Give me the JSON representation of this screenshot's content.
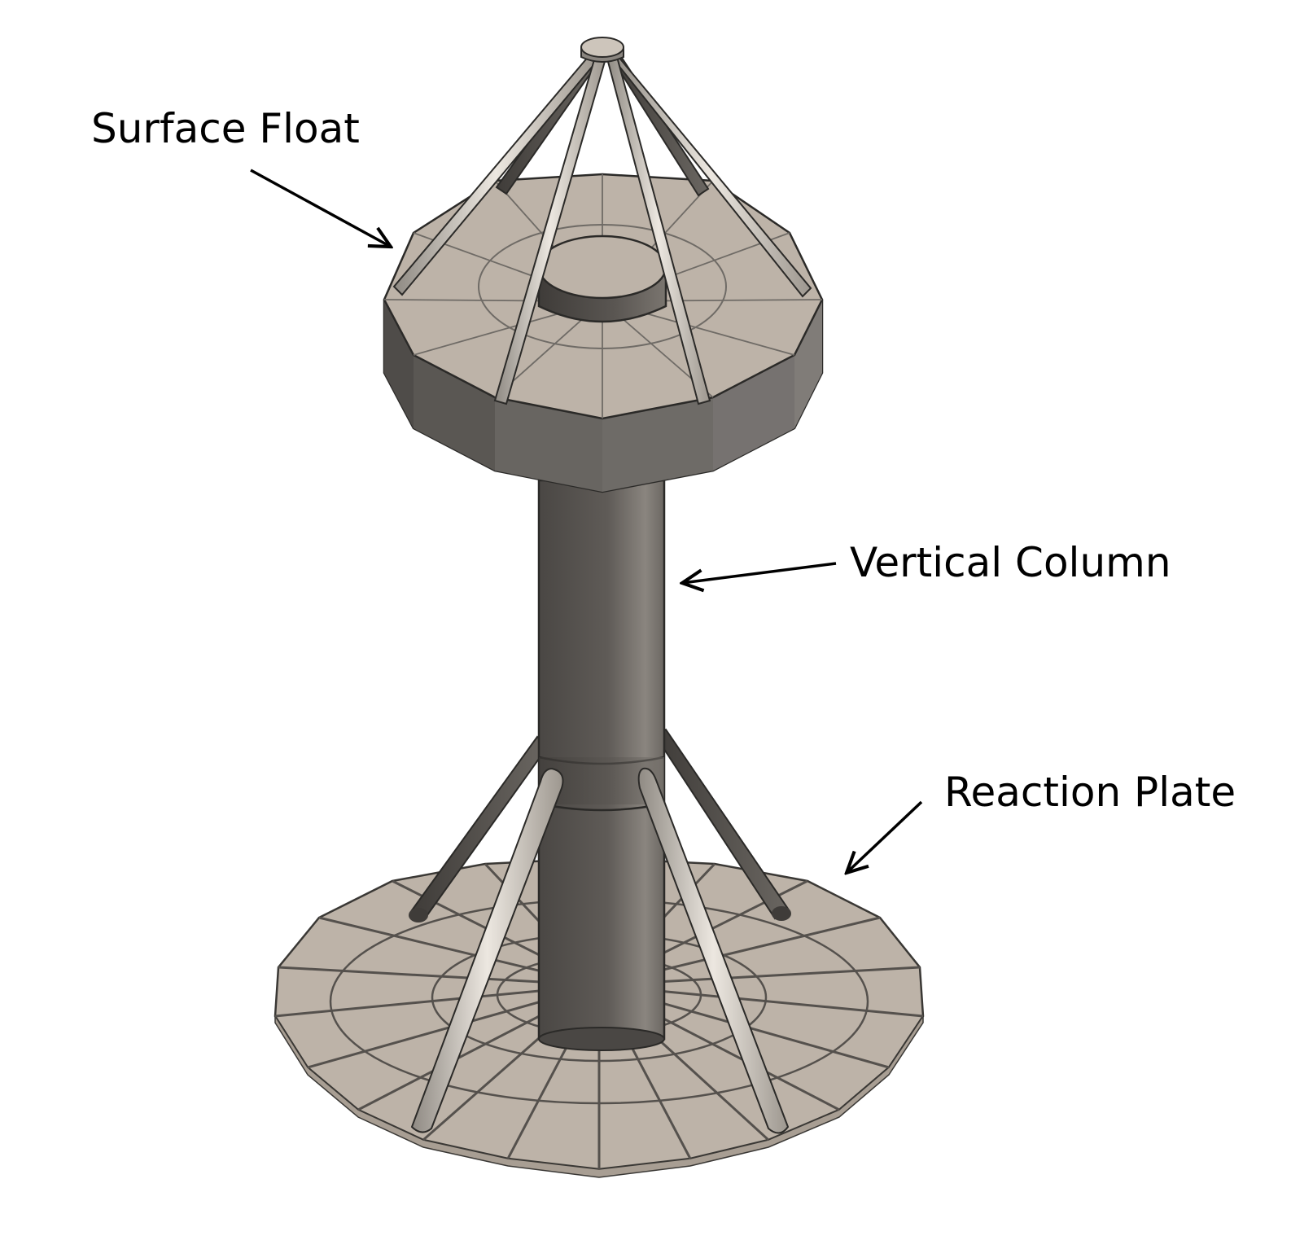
{
  "labels": {
    "surface_float": "Surface Float",
    "vertical_column": "Vertical Column",
    "reaction_plate": "Reaction Plate"
  },
  "colors": {
    "background": "#ffffff",
    "plate_top": "#bdb3a8",
    "plate_edge": "#6f6b66",
    "float_side_dark": "#4f4c49",
    "float_side_mid": "#6e6b67",
    "column_dark": "#4a4744",
    "column_light": "#8a857f",
    "strut": "#d8d2ca",
    "outline": "#2b2a28",
    "text": "#000000"
  }
}
